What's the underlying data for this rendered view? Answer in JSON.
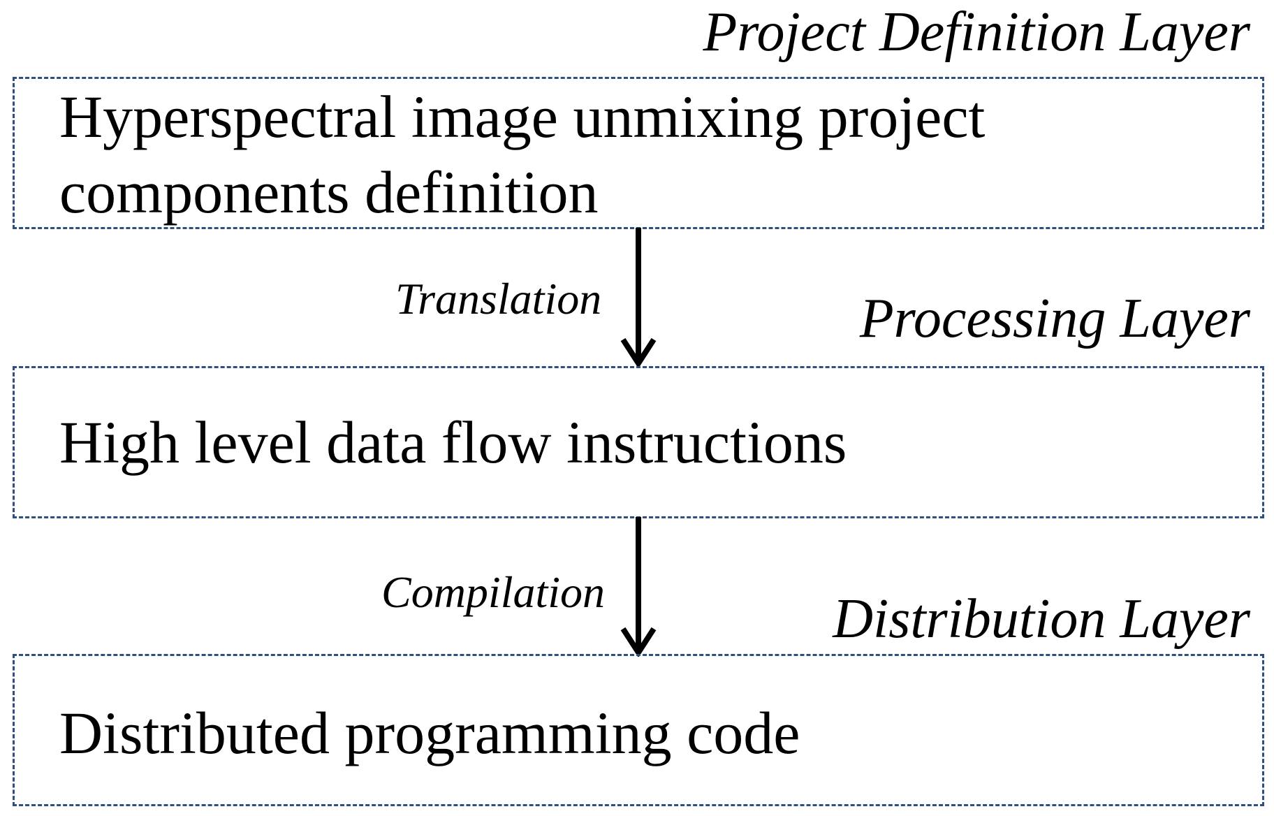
{
  "layers": [
    {
      "title": "Project Definition Layer",
      "content": "Hyperspectral image unmixing project components definition",
      "content_lines": [
        "Hyperspectral image unmixing project",
        "components definition"
      ]
    },
    {
      "title": "Processing Layer",
      "content": "High level data flow instructions"
    },
    {
      "title": "Distribution Layer",
      "content": "Distributed programming code"
    }
  ],
  "transitions": [
    {
      "label": "Translation",
      "from": "Project Definition Layer",
      "to": "Processing Layer"
    },
    {
      "label": "Compilation",
      "from": "Processing Layer",
      "to": "Distribution Layer"
    }
  ],
  "colors": {
    "box_border": "#2f4f7f",
    "arrow": "#000000",
    "text": "#000000"
  }
}
